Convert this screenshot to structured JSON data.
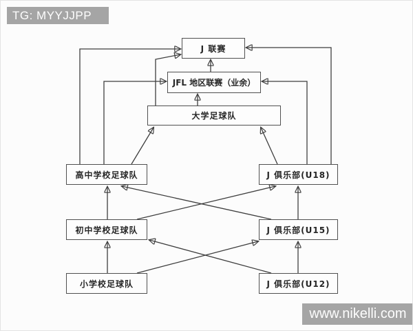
{
  "watermarks": {
    "top_left": "TG: MYYJJPP",
    "bottom_right": "www.nikelli.com"
  },
  "diagram": {
    "description": "Football player development pathway flowchart",
    "nodes": {
      "j_league": "J 联赛",
      "jfl": "JFL 地区联赛（业余）",
      "university": "大学足球队",
      "high_school": "高中学校足球队",
      "club_u18": "J 俱乐部(U18)",
      "junior_high": "初中学校足球队",
      "club_u15": "J 俱乐部(U15)",
      "elementary": "小学校足球队",
      "club_u12": "J 俱乐部(U12)"
    },
    "edges": [
      {
        "from": "elementary",
        "to": "junior_high"
      },
      {
        "from": "elementary",
        "to": "club_u15"
      },
      {
        "from": "club_u12",
        "to": "club_u15"
      },
      {
        "from": "club_u12",
        "to": "junior_high"
      },
      {
        "from": "junior_high",
        "to": "high_school"
      },
      {
        "from": "junior_high",
        "to": "club_u18"
      },
      {
        "from": "club_u15",
        "to": "club_u18"
      },
      {
        "from": "club_u15",
        "to": "high_school"
      },
      {
        "from": "high_school",
        "to": "university"
      },
      {
        "from": "high_school",
        "to": "jfl"
      },
      {
        "from": "high_school",
        "to": "j_league"
      },
      {
        "from": "club_u18",
        "to": "university"
      },
      {
        "from": "club_u18",
        "to": "jfl"
      },
      {
        "from": "club_u18",
        "to": "j_league"
      },
      {
        "from": "university",
        "to": "jfl"
      },
      {
        "from": "university",
        "to": "j_league"
      },
      {
        "from": "jfl",
        "to": "j_league"
      }
    ]
  },
  "colors": {
    "background": "#fcfcfc",
    "line": "#3d3d3d",
    "box_border": "#4f4f4f",
    "box_text": "#262626",
    "watermark_bg": "#a5a5a5",
    "watermark_text": "#fdfdfd"
  }
}
